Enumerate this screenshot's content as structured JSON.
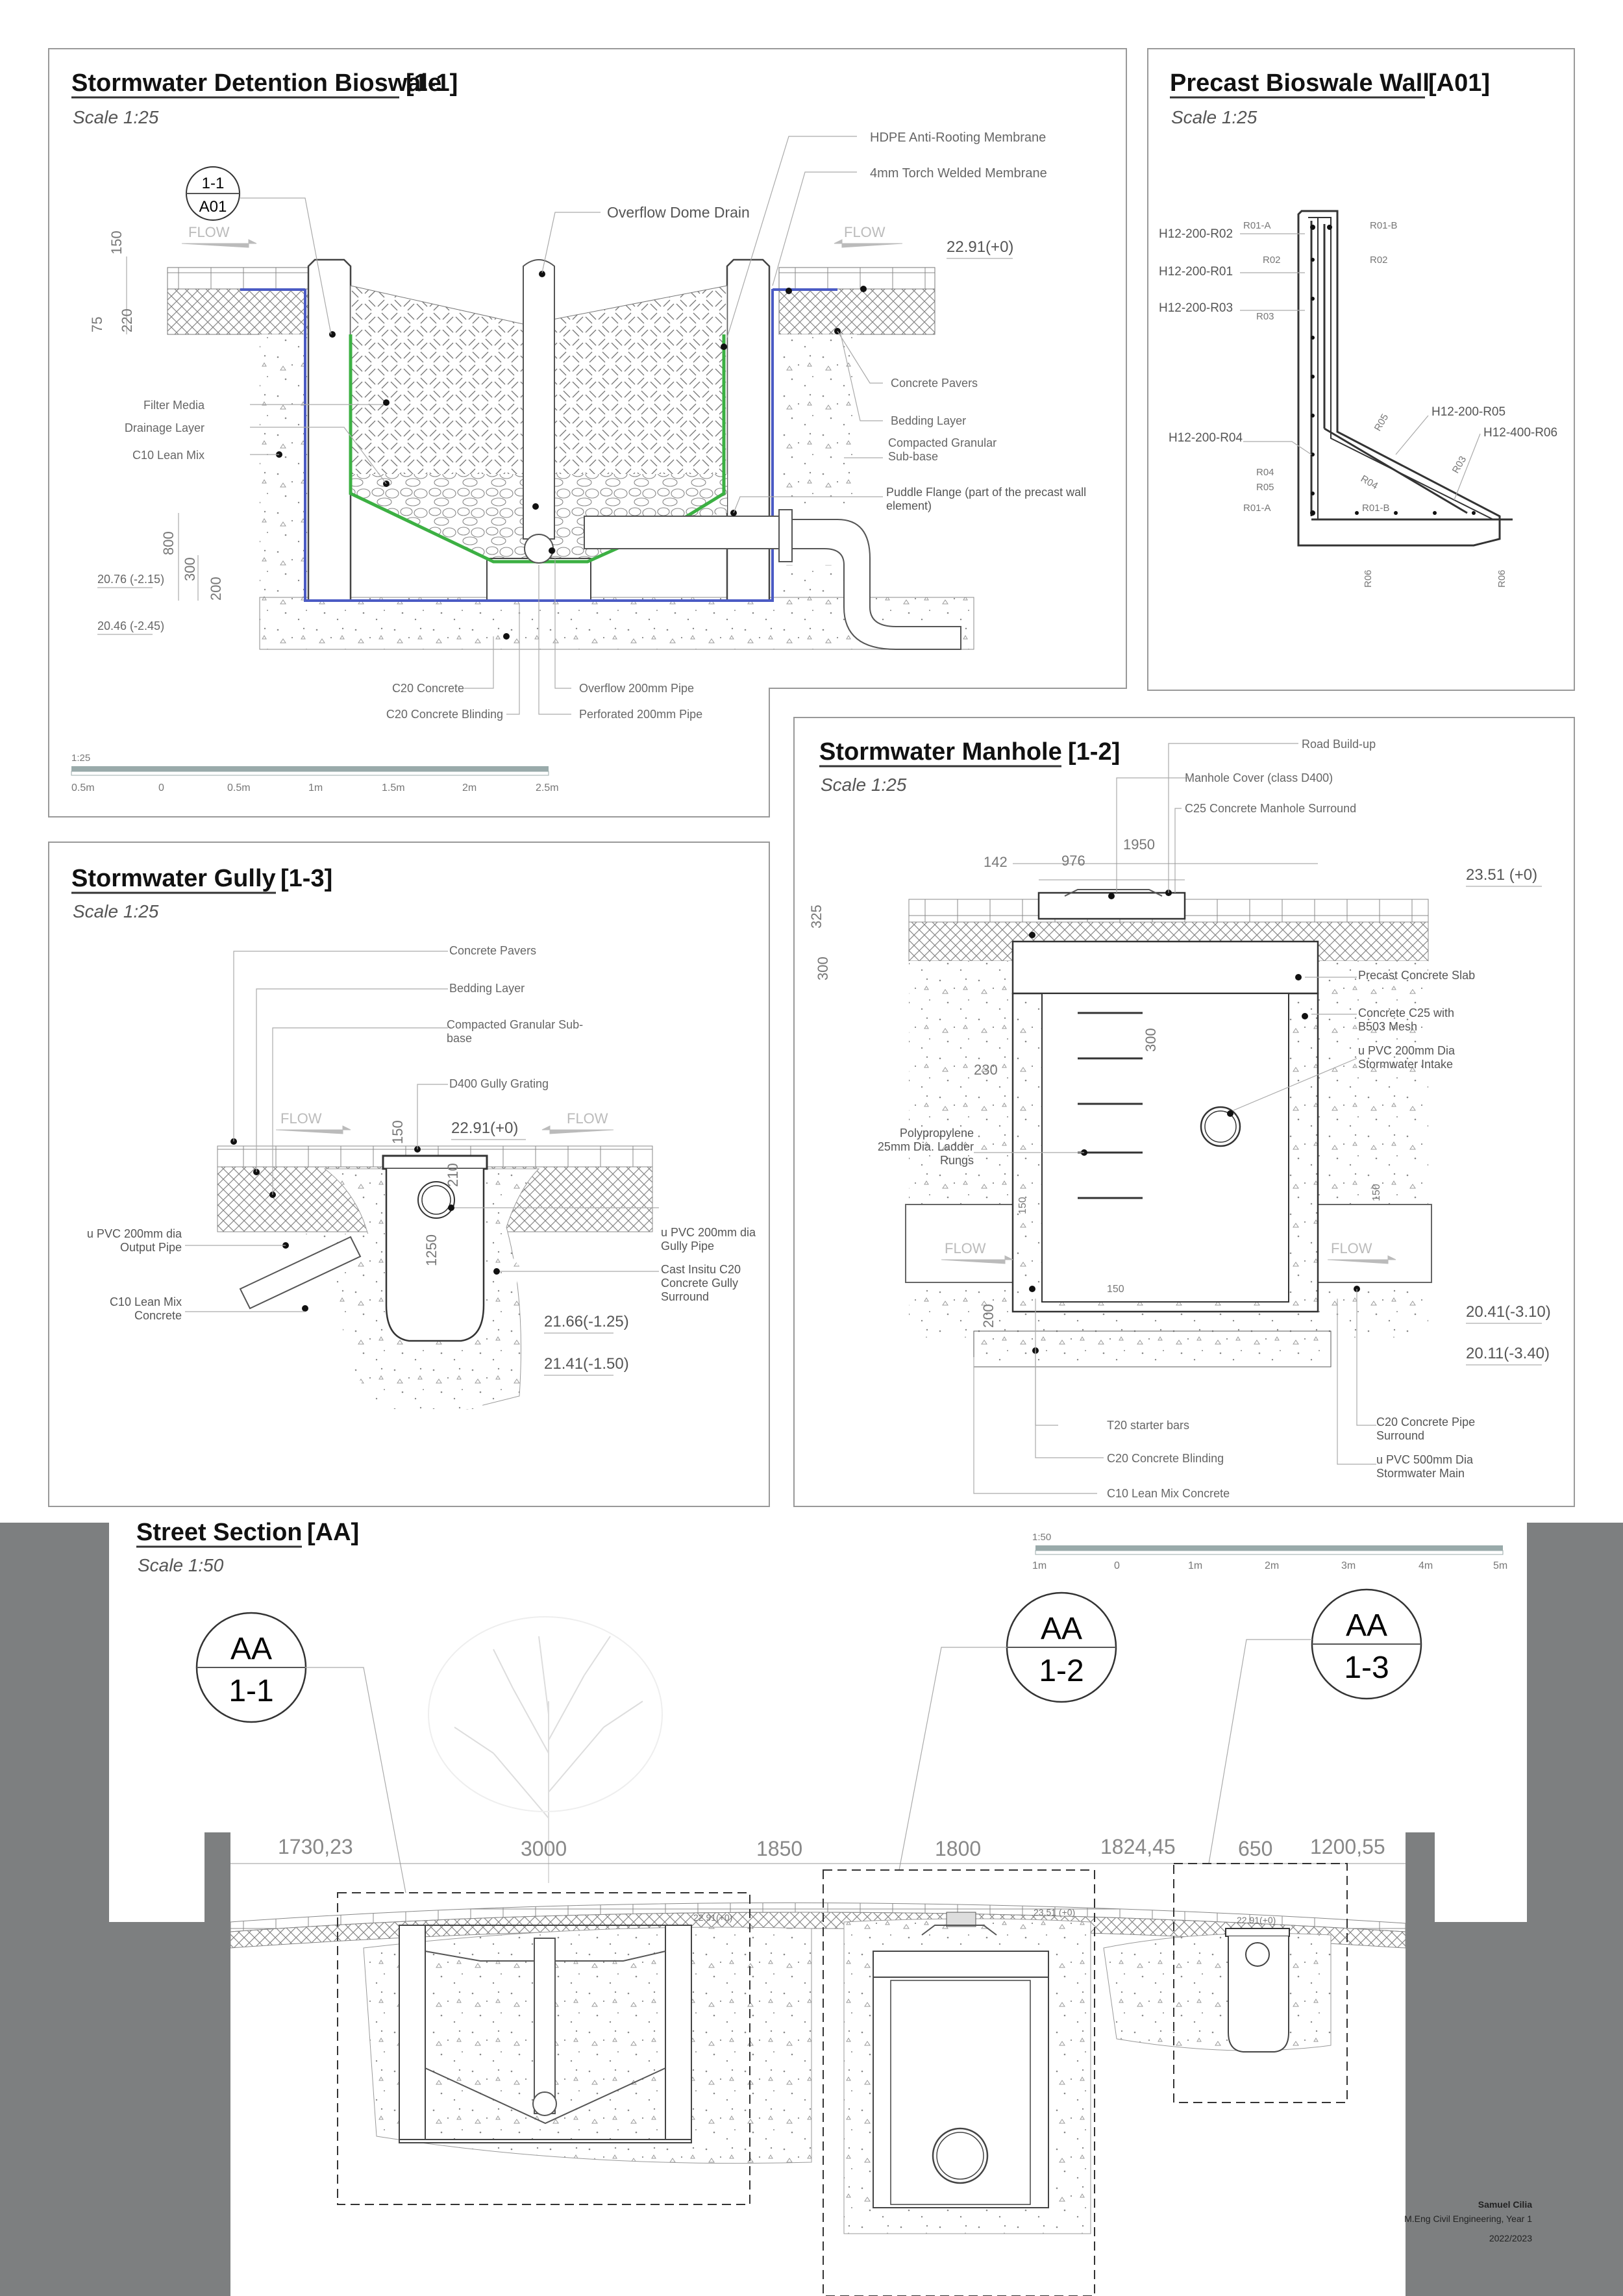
{
  "bioswale": {
    "title": "Stormwater Detention Bioswale",
    "ref": "[1-1]",
    "scale": "Scale 1:25",
    "tag_top": "1-1",
    "tag_bottom": "A01",
    "labels": {
      "hdpe": "HDPE Anti-Rooting Membrane",
      "torch": "4mm Torch Welded Membrane",
      "overflow_dome": "Overflow Dome Drain",
      "level_top": "22.91(+0)",
      "filter": "Filter Media",
      "drainage": "Drainage Layer",
      "lean": "C10 Lean Mix",
      "pavers": "Concrete Pavers",
      "bedding": "Bedding Layer",
      "subbase": "Compacted Granular Sub-base",
      "puddle": "Puddle Flange (part of the precast wall element)",
      "level_mid": "20.76 (-2.15)",
      "level_bot": "20.46 (-2.45)",
      "c20": "C20 Concrete",
      "blinding": "C20 Concrete Blinding",
      "overflow_pipe": "Overflow 200mm Pipe",
      "perforated": "Perforated 200mm Pipe",
      "flow": "FLOW"
    },
    "dims": [
      "150",
      "75",
      "220",
      "800",
      "300",
      "200"
    ],
    "scalebar": {
      "ratio": "1:25",
      "ticks": [
        "0.5m",
        "0",
        "0.5m",
        "1m",
        "1.5m",
        "2m",
        "2.5m"
      ]
    }
  },
  "wall": {
    "title": "Precast Bioswale Wall",
    "ref": "[A01]",
    "scale": "Scale 1:25",
    "labels": {
      "r02": "H12-200-R02",
      "r01": "H12-200-R01",
      "r03": "H12-200-R03",
      "r04": "H12-200-R04",
      "r05": "H12-200-R05",
      "r06": "H12-400-R06",
      "r01a": "R01-A",
      "r01b": "R01-B",
      "r02s": "R02",
      "r02s2": "R02",
      "r03s": "R03",
      "r03s2": "R03",
      "r04s": "R04",
      "r04s2": "R04",
      "r05s": "R05",
      "r05s2": "R05",
      "r01a2": "R01-A",
      "r01b2": "R01-B",
      "r06a": "R06",
      "r06b": "R06"
    }
  },
  "manhole": {
    "title": "Stormwater Manhole",
    "ref": "[1-2]",
    "scale": "Scale 1:25",
    "labels": {
      "road": "Road Build-up",
      "cover": "Manhole Cover (class D400)",
      "surround": "C25 Concrete Manhole Surround",
      "level_top": "23.51 (+0)",
      "slab": "Precast Concrete Slab",
      "c25": "Concrete C25 with B503 Mesh",
      "intake": "u PVC 200mm Dia Stormwater Intake",
      "rungs": "Polypropylene 25mm Dia. Ladder Rungs",
      "level_mid": "20.41(-3.10)",
      "level_bot": "20.11(-3.40)",
      "starter": "T20 starter bars",
      "blinding": "C20 Concrete Blinding",
      "lean": "C10 Lean Mix Concrete",
      "pipe_surround": "C20 Concrete Pipe Surround",
      "main": "u PVC 500mm Dia Stormwater Main",
      "flow": "FLOW"
    },
    "dims": [
      "142",
      "976",
      "1950",
      "325",
      "300",
      "300",
      "230",
      "150",
      "150",
      "150",
      "200"
    ]
  },
  "gully": {
    "title": "Stormwater Gully",
    "ref": "[1-3]",
    "scale": "Scale 1:25",
    "labels": {
      "pavers": "Concrete Pavers",
      "bedding": "Bedding Layer",
      "subbase": "Compacted Granular Sub-base",
      "grating": "D400 Gully Grating",
      "level_top": "22.91(+0)",
      "output": "u PVC 200mm dia Output Pipe",
      "gully_pipe": "u PVC 200mm dia Gully Pipe",
      "surround": "Cast Insitu C20 Concrete Gully Surround",
      "lean": "C10 Lean Mix Concrete",
      "level_mid": "21.66(-1.25)",
      "level_bot": "21.41(-1.50)",
      "flow": "FLOW"
    },
    "dims": [
      "150",
      "210",
      "1250"
    ]
  },
  "street": {
    "title": "Street Section",
    "ref": "[AA]",
    "scale": "Scale 1:50",
    "scalebar": {
      "ratio": "1:50",
      "ticks": [
        "1m",
        "0",
        "1m",
        "2m",
        "3m",
        "4m",
        "5m"
      ]
    },
    "tags": [
      {
        "top": "AA",
        "bottom": "1-1"
      },
      {
        "top": "AA",
        "bottom": "1-2"
      },
      {
        "top": "AA",
        "bottom": "1-3"
      }
    ],
    "dims": [
      "1730,23",
      "3000",
      "1850",
      "1800",
      "1824,45",
      "650",
      "1200,55"
    ],
    "levels": [
      "22.91(+0)",
      "23.51 (+0)",
      "22.91(+0)"
    ]
  },
  "credits": {
    "name": "Samuel Cilia",
    "course": "M.Eng Civil Engineering, Year 1",
    "year": "2022/2023"
  },
  "colors": {
    "membrane_blue": "#4b5bc4",
    "membrane_green": "#3cb043",
    "background_grey": "#7d7f80"
  }
}
